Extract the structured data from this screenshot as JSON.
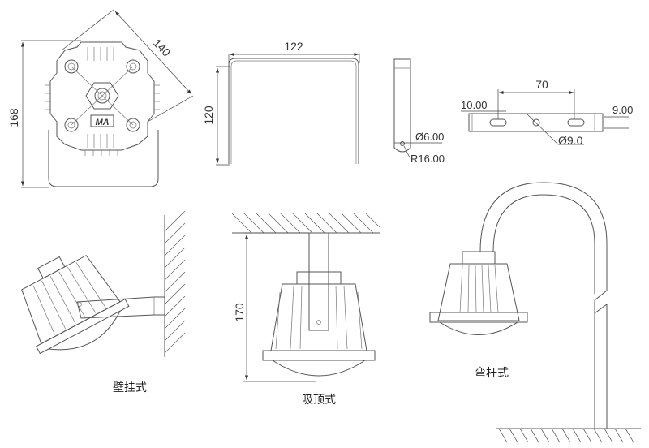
{
  "front_view": {
    "height_label": "168",
    "diagonal_label": "140",
    "logo_text": "MA"
  },
  "u_bracket": {
    "width_label": "122",
    "height_label": "120"
  },
  "side_bracket": {
    "hole_label": "Ø6.00",
    "radius_label": "R16.00"
  },
  "mount_plate": {
    "spacing_label": "70",
    "slot_label": "10.00",
    "width_label": "9.00",
    "hole_label": "Ø9.0"
  },
  "installations": {
    "wall": {
      "caption": "壁挂式"
    },
    "ceiling": {
      "caption": "吸顶式",
      "height_label": "170"
    },
    "pole": {
      "caption": "弯杆式"
    }
  },
  "colors": {
    "line": "#555555",
    "background": "#ffffff"
  }
}
